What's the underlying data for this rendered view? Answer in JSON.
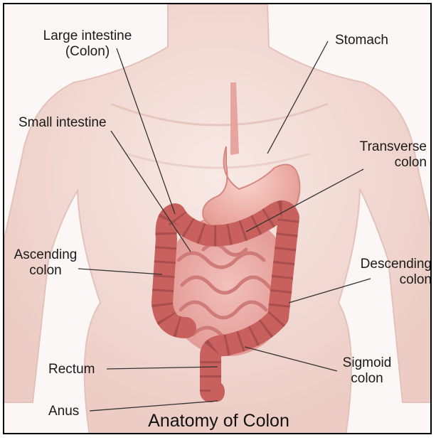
{
  "diagram": {
    "title": "Anatomy of Colon",
    "labels": {
      "large_intestine_1": "Large intestine",
      "large_intestine_2": "(Colon)",
      "stomach": "Stomach",
      "small_intestine": "Small intestine",
      "transverse_1": "Transverse",
      "transverse_2": "colon",
      "ascending_1": "Ascending",
      "ascending_2": "colon",
      "descending_1": "Descending",
      "descending_2": "colon",
      "rectum": "Rectum",
      "sigmoid_1": "Sigmoid",
      "sigmoid_2": "colon",
      "anus": "Anus"
    },
    "colors": {
      "body_skin": "#f3dcd6",
      "colon": "#cf6f6c",
      "colon_dark": "#a94e4e",
      "small_intestine": "#e9a3a0",
      "stomach": "#f1b5ae",
      "leader_line": "#333333"
    }
  }
}
